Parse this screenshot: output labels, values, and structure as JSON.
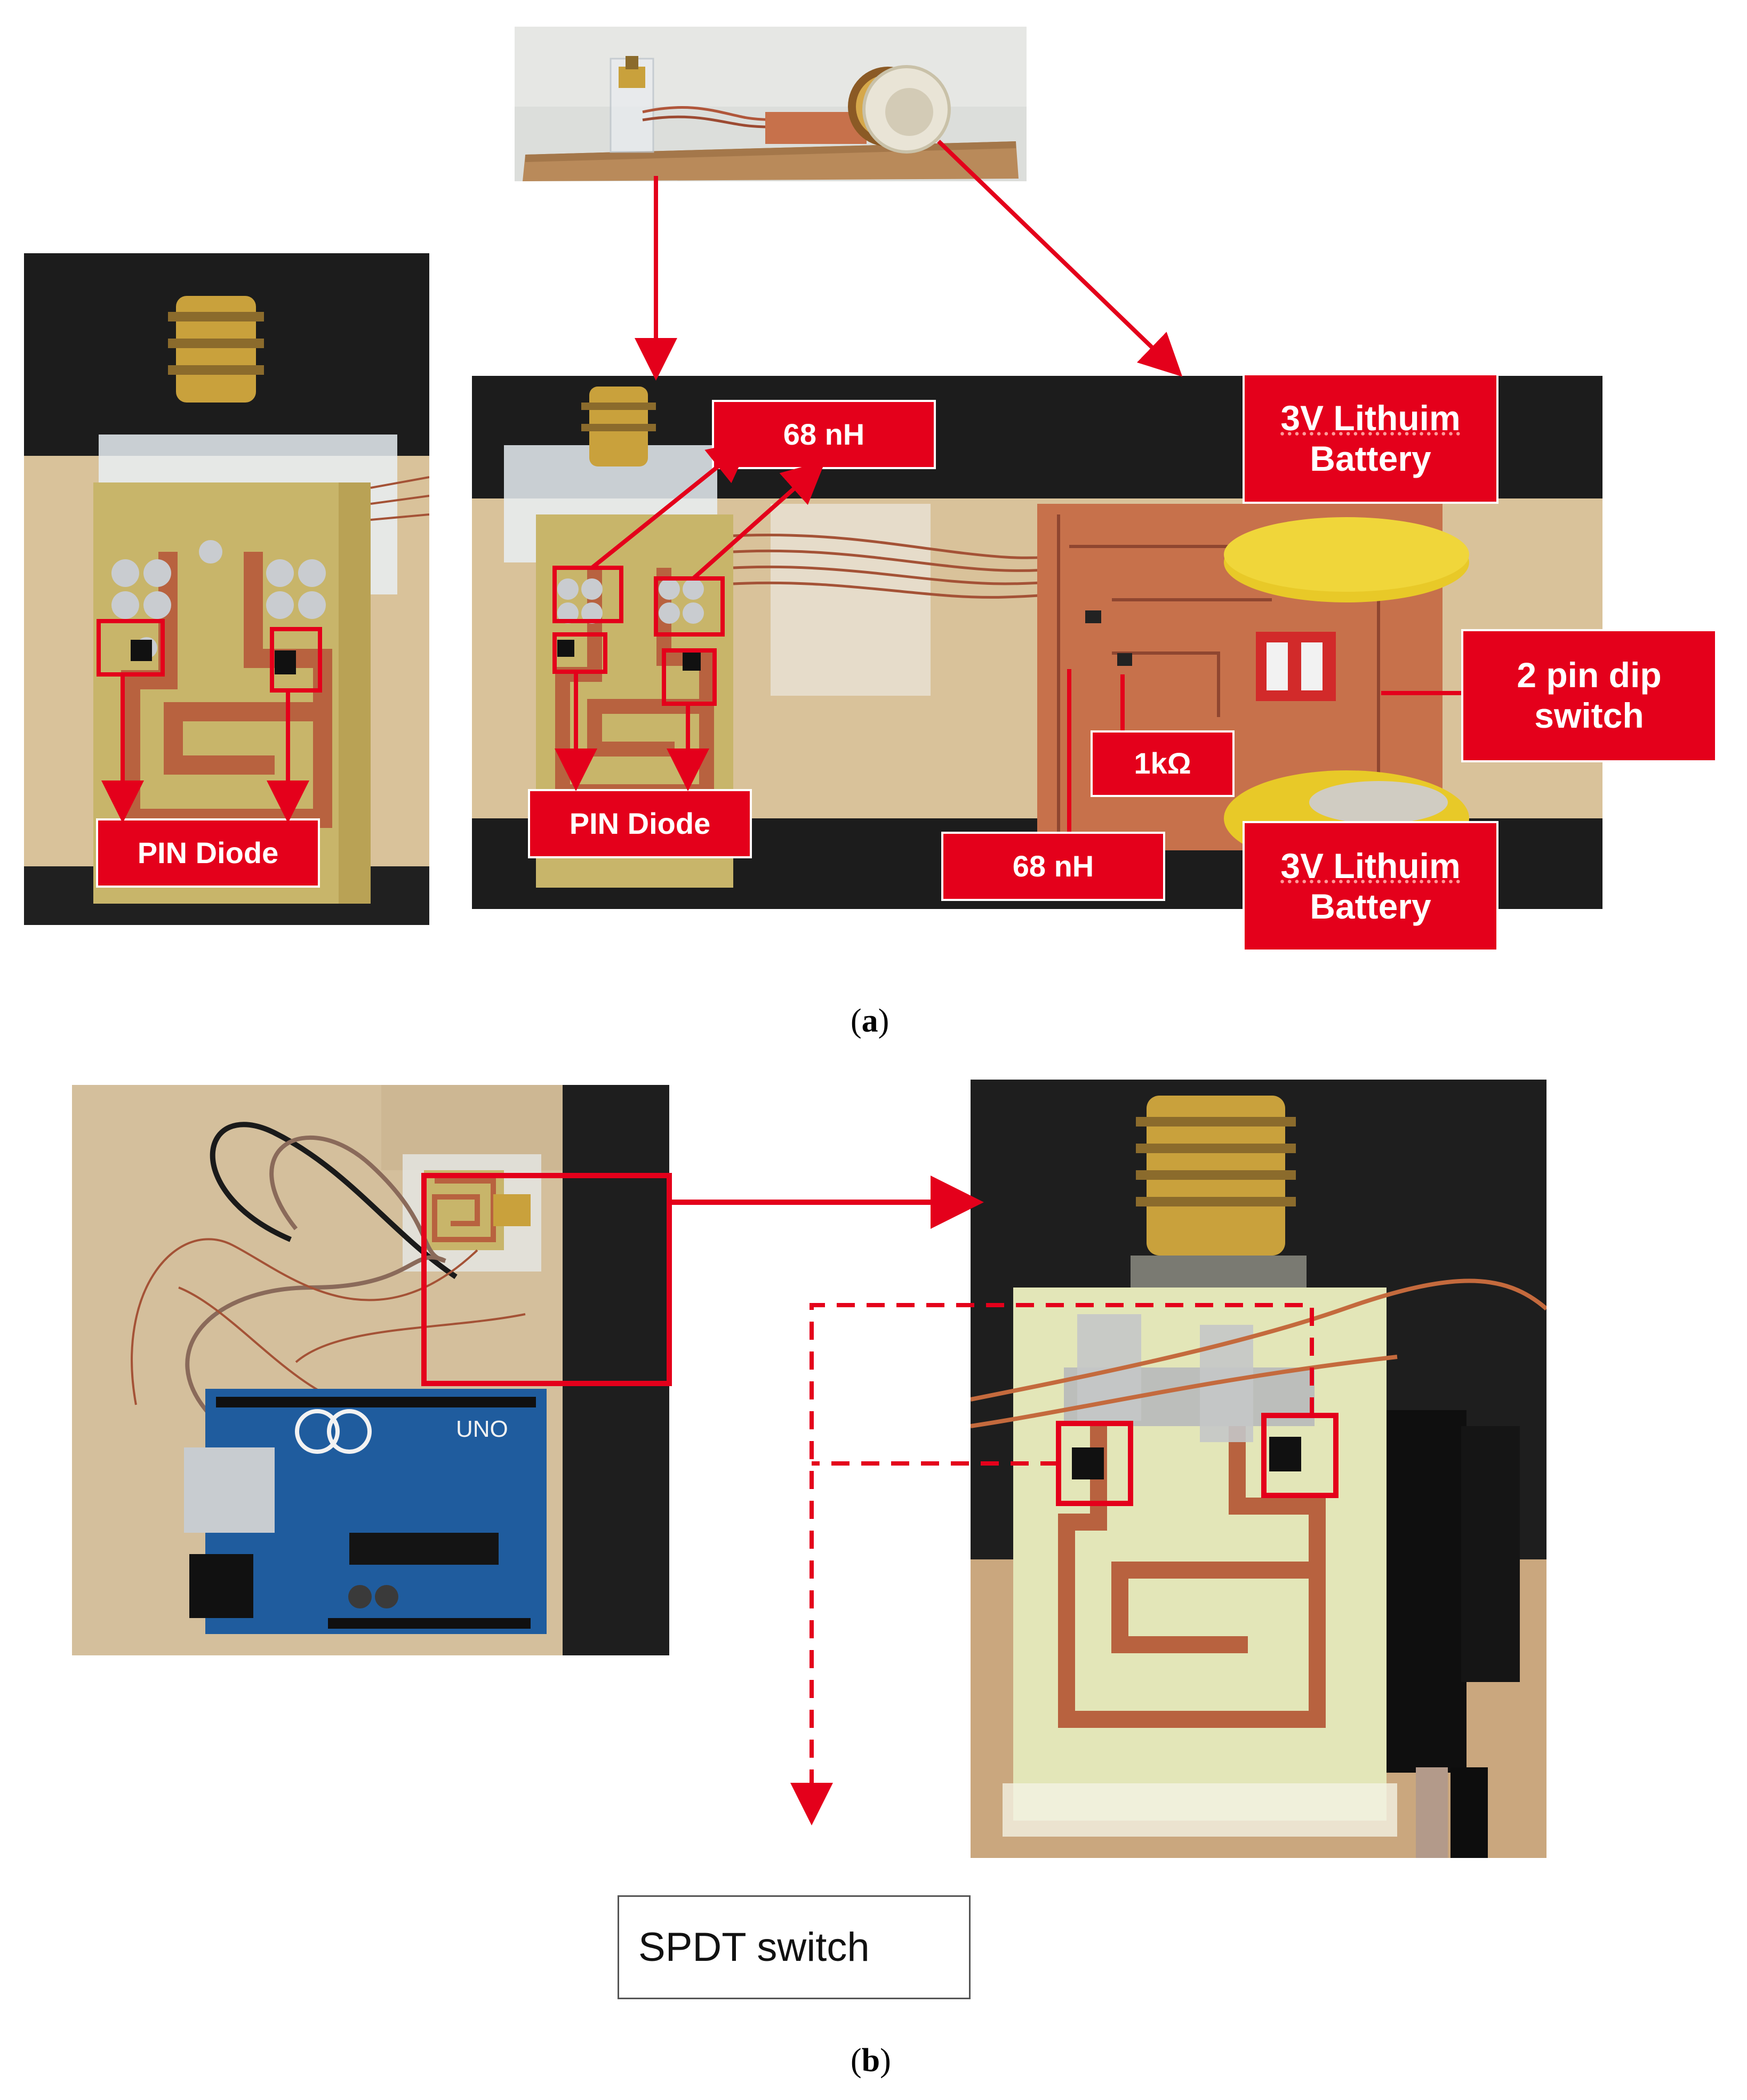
{
  "panel_a": {
    "caption_open": "(",
    "caption_letter": "a",
    "caption_close": ")",
    "labels": {
      "inductor_top": "68 nH",
      "inductor_bottom": "68 nH",
      "battery_top_line1": "3V Lithuim",
      "battery_top_line2": "Battery",
      "battery_bottom_line1": "3V Lithuim",
      "battery_bottom_line2": "Battery",
      "dip_switch_line1": "2 pin dip",
      "dip_switch_line2": "switch",
      "resistor": "1kΩ",
      "pin_diode_left": "PIN Diode",
      "pin_diode_right": "PIN Diode"
    }
  },
  "panel_b": {
    "caption_open": "(",
    "caption_letter": "b",
    "caption_close": ")",
    "spdt_label": "SPDT switch",
    "board_text": "UNO"
  },
  "colors": {
    "annotation_red": "#e4001b",
    "copper": "#b8623f",
    "substrate": "#c8b56a",
    "leather": "#1c1c1c",
    "cork": "#d9c29a"
  }
}
